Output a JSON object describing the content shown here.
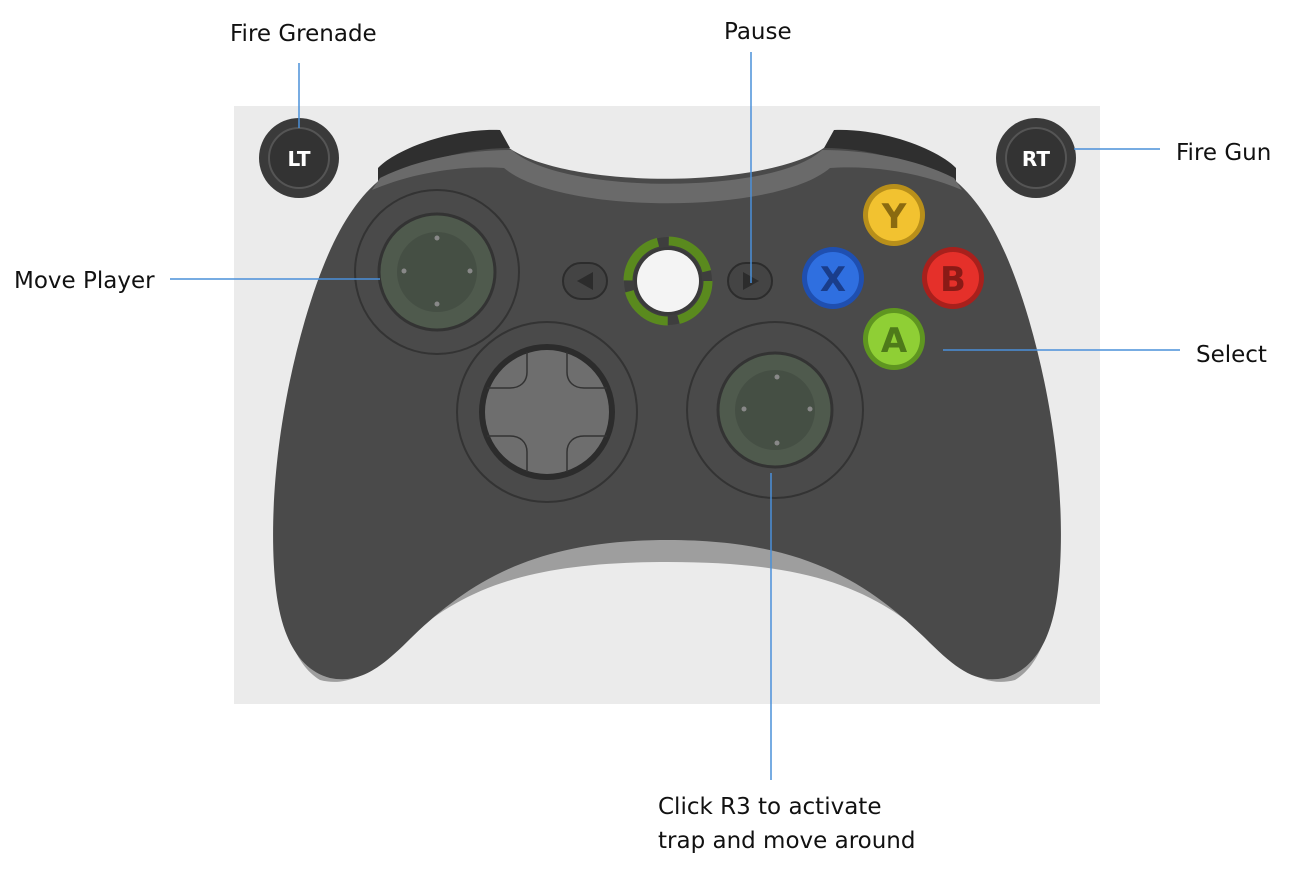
{
  "labels": {
    "lt": "Fire Grenade",
    "start": "Pause",
    "rt": "Fire Gun",
    "left_stick": "Move Player",
    "a_button": "Select",
    "right_stick_line1": "Click R3 to activate",
    "right_stick_line2": "trap and move around"
  },
  "buttons": {
    "lt": "LT",
    "rt": "RT",
    "y": "Y",
    "x": "X",
    "b": "B",
    "a": "A"
  },
  "colors": {
    "panel": "#ebebeb",
    "controller": "#4a4a4a",
    "controller_rim": "#6a6a6a",
    "leader_line": "#4a90d9",
    "guide_ring": "#5a8a1e",
    "y": "#f2c230",
    "x": "#2f6fe0",
    "b": "#e5302a",
    "a": "#8fcf35"
  }
}
